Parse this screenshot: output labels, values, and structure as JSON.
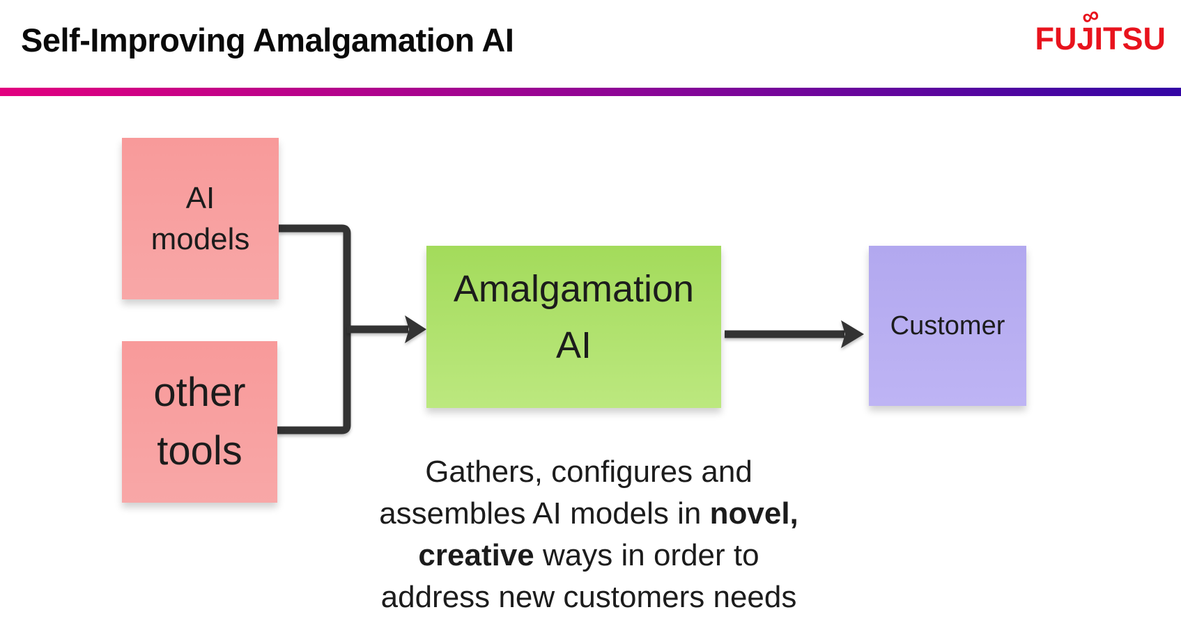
{
  "header": {
    "title": "Self-Improving Amalgamation AI",
    "logo_text": "FUJITSU",
    "logo_infinity_glyph": "∞",
    "logo_color": "#e8131d",
    "accent_gradient_left": "#e2007f",
    "accent_gradient_right": "#3305a5"
  },
  "diagram": {
    "nodes": {
      "ai_models": {
        "line1": "AI",
        "line2": "models",
        "color": "#f89a9a"
      },
      "other_tools": {
        "line1": "other",
        "line2": "tools",
        "color": "#f89a9a"
      },
      "amalgamation": {
        "line1": "Amalgamation",
        "line2": "AI",
        "color": "#aede68"
      },
      "customer": {
        "label": "Customer",
        "color": "#b5abf0"
      }
    },
    "connectors": [
      {
        "from": "ai_models",
        "to": "amalgamation",
        "style": "merged-bracket-arrow"
      },
      {
        "from": "other_tools",
        "to": "amalgamation",
        "style": "merged-bracket-arrow"
      },
      {
        "from": "amalgamation",
        "to": "customer",
        "style": "arrow"
      }
    ],
    "connector_color": "#333333"
  },
  "description": {
    "line1": "Gathers, configures and",
    "line2_normal": "assembles AI models in",
    "line2_bold": "novel,",
    "line3_bold": "creative",
    "line3_normal": "ways in order to",
    "line4": "address new customers needs"
  }
}
